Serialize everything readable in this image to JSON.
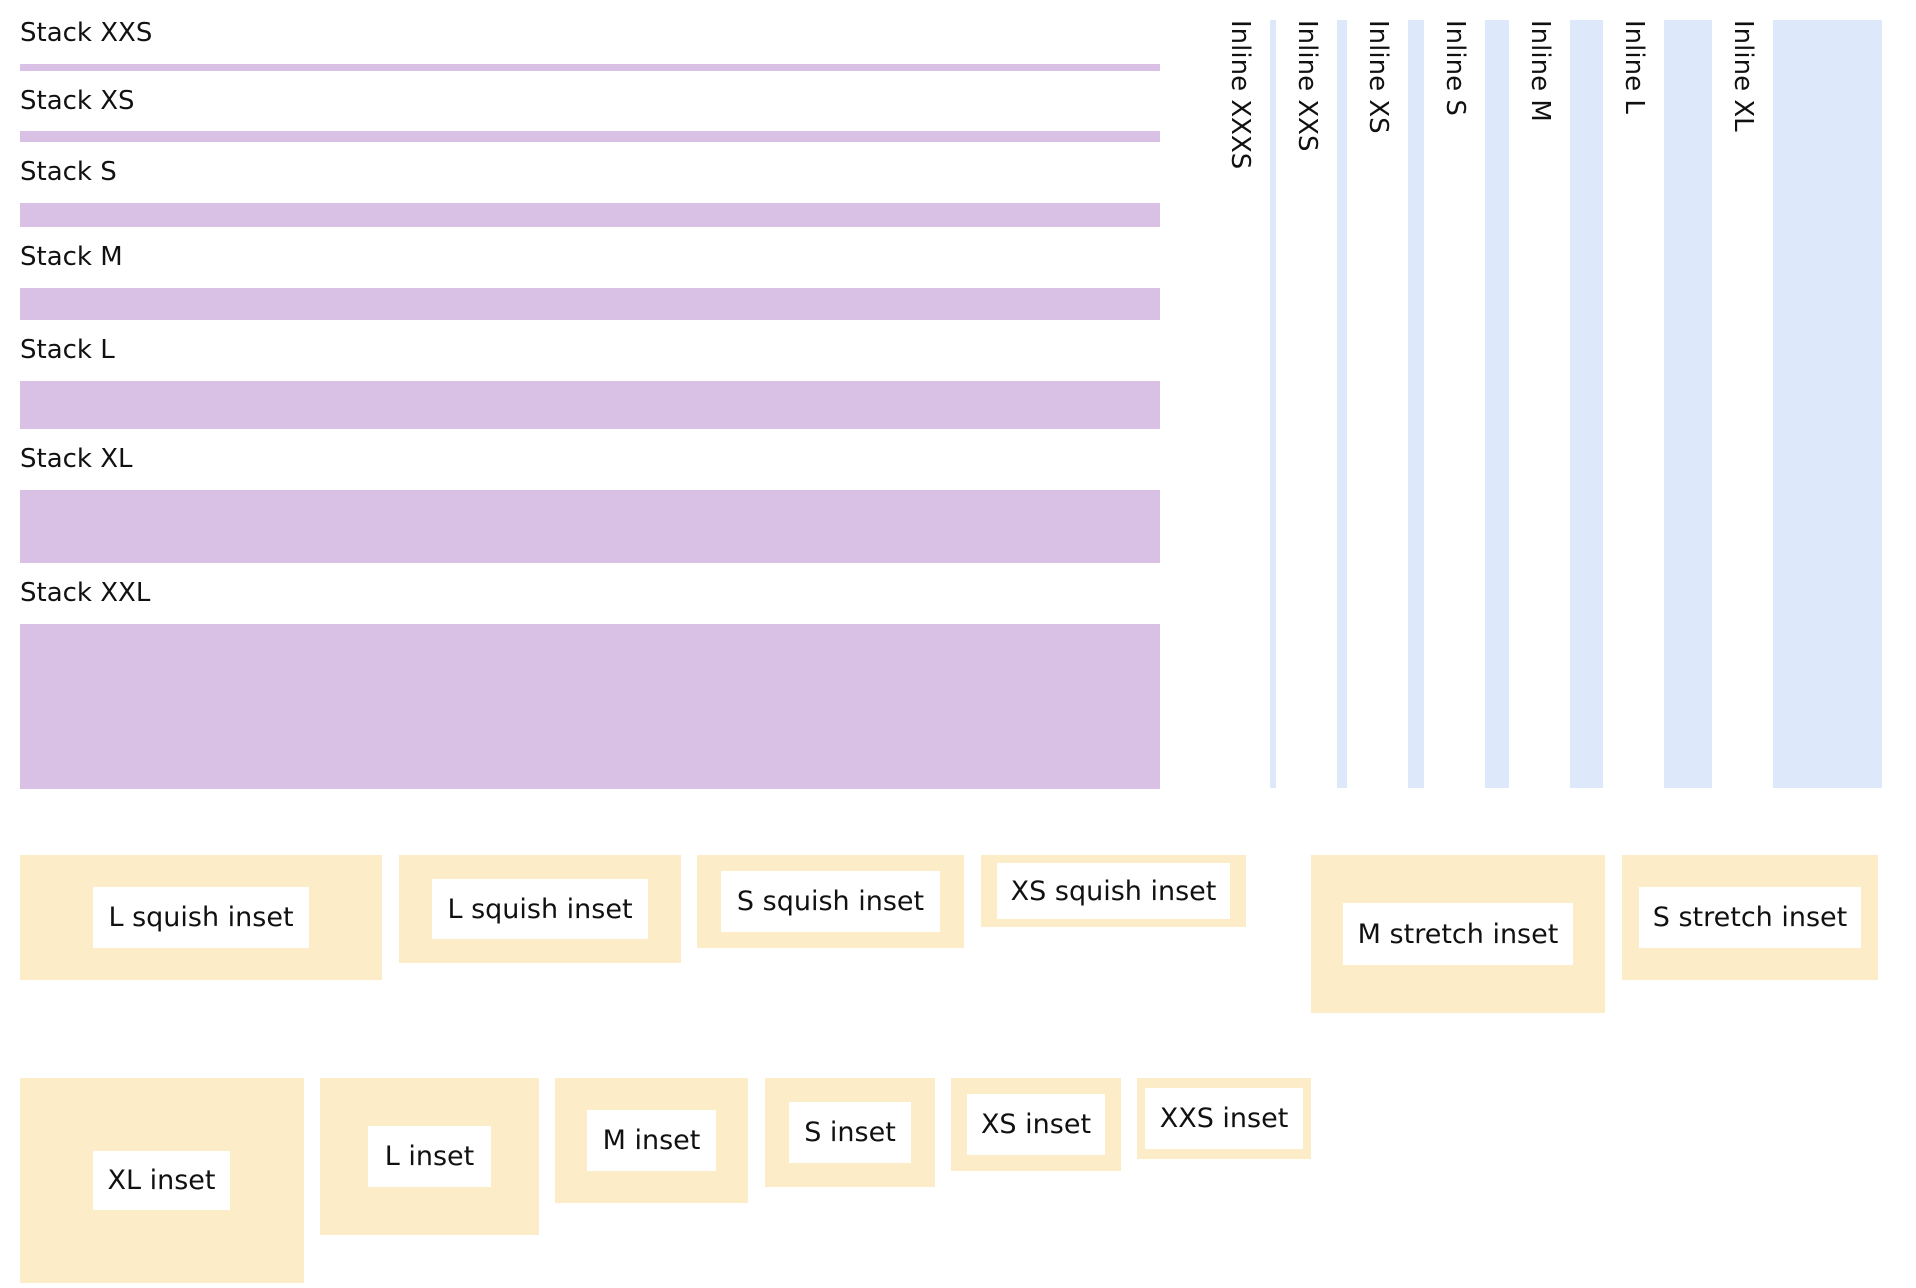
{
  "stack": {
    "items": [
      {
        "label": "Stack XXS"
      },
      {
        "label": "Stack XS"
      },
      {
        "label": "Stack S"
      },
      {
        "label": "Stack M"
      },
      {
        "label": "Stack L"
      },
      {
        "label": "Stack XL"
      },
      {
        "label": "Stack XXL"
      }
    ]
  },
  "inline": {
    "items": [
      {
        "label": "Inline XXXS"
      },
      {
        "label": "Inline XXS"
      },
      {
        "label": "Inline XS"
      },
      {
        "label": "Inline S"
      },
      {
        "label": "Inline M"
      },
      {
        "label": "Inline L"
      },
      {
        "label": "Inline XL"
      }
    ]
  },
  "squish": {
    "items": [
      {
        "label": "L squish inset"
      },
      {
        "label": "L squish inset"
      },
      {
        "label": "S squish inset"
      },
      {
        "label": "XS squish inset"
      }
    ]
  },
  "stretch": {
    "items": [
      {
        "label": "M stretch inset"
      },
      {
        "label": "S stretch inset"
      }
    ]
  },
  "inset": {
    "items": [
      {
        "label": "XL inset"
      },
      {
        "label": "L inset"
      },
      {
        "label": "M inset"
      },
      {
        "label": "S inset"
      },
      {
        "label": "XS inset"
      },
      {
        "label": "XXS inset"
      }
    ]
  },
  "colors": {
    "stack": "#d8c1e4",
    "inline": "#dde8fa",
    "inset": "#fdecc8",
    "inner": "#ffffff"
  }
}
